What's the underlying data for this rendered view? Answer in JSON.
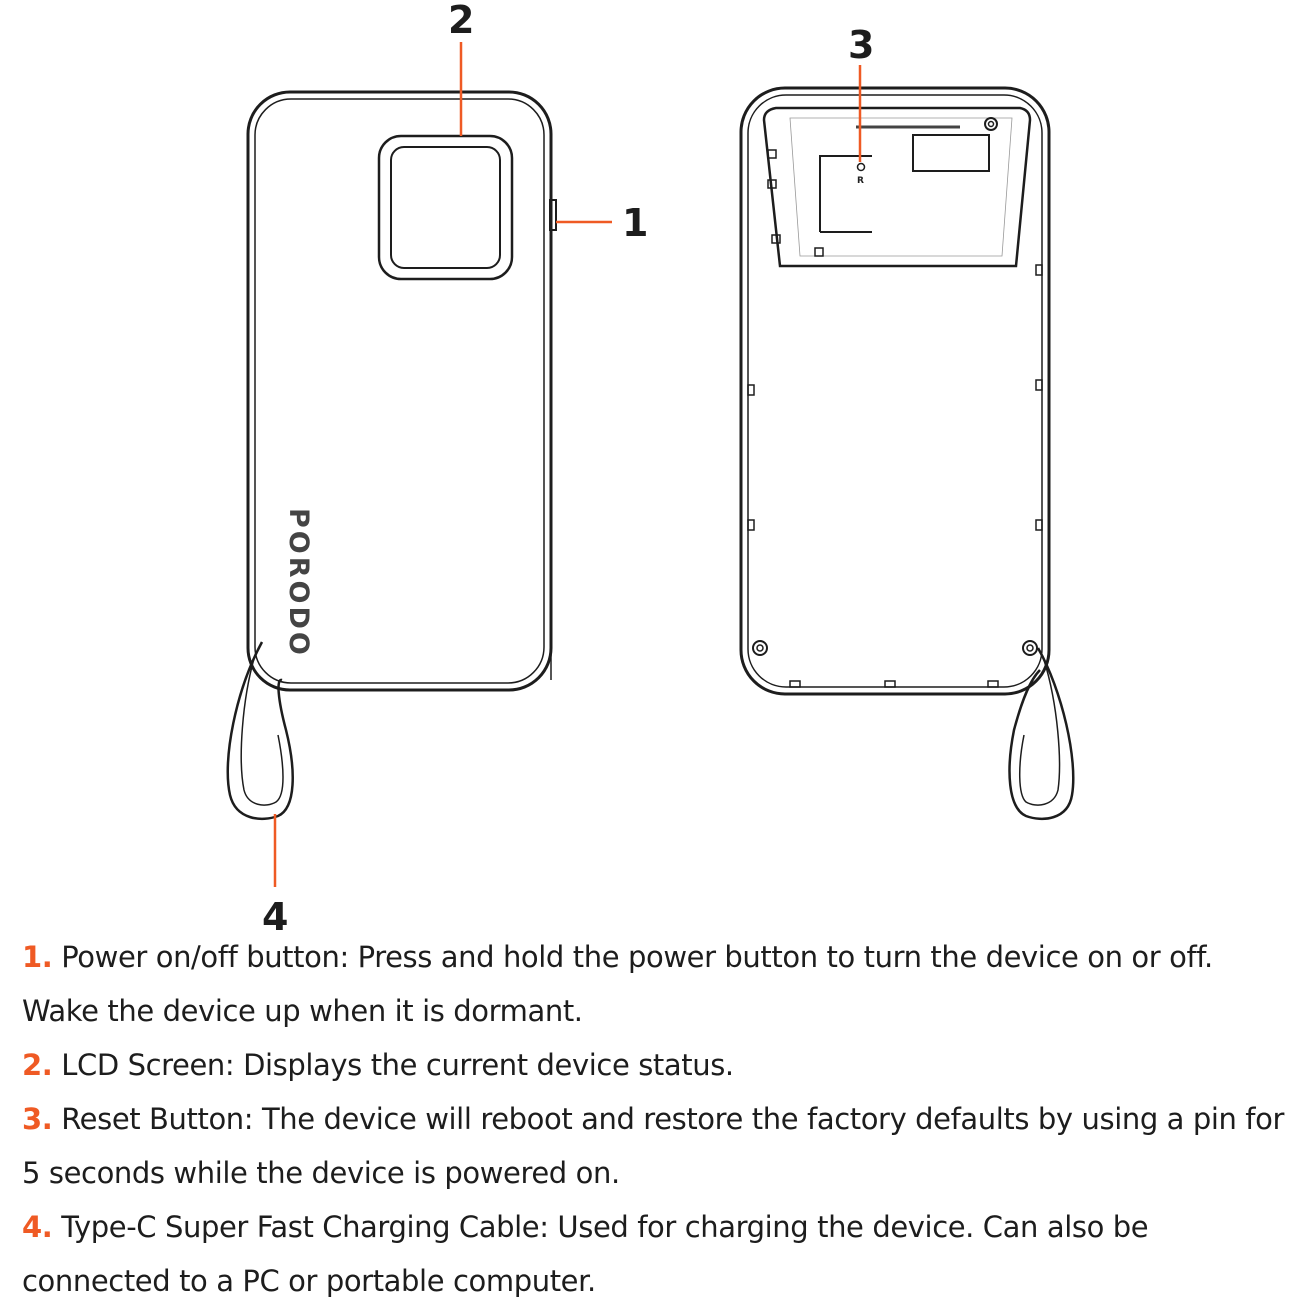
{
  "brand": "PORODO",
  "reset_mark": "R",
  "accent_color": "#ef5a24",
  "callouts": [
    {
      "label": "1"
    },
    {
      "label": "2"
    },
    {
      "label": "3"
    },
    {
      "label": "4"
    }
  ],
  "descriptions": [
    {
      "num": "1.",
      "text": " Power on/off button: Press and hold the power button to turn the device on or off. Wake the device up when it is dormant."
    },
    {
      "num": "2.",
      "text": " LCD Screen: Displays the current device status."
    },
    {
      "num": "3.",
      "text": " Reset Button: The device will reboot and restore the factory defaults by using a pin for 5 seconds while the device is powered on."
    },
    {
      "num": "4.",
      "text": " Type-C Super Fast Charging Cable: Used for charging the device. Can also be connected to a PC or portable computer."
    }
  ]
}
